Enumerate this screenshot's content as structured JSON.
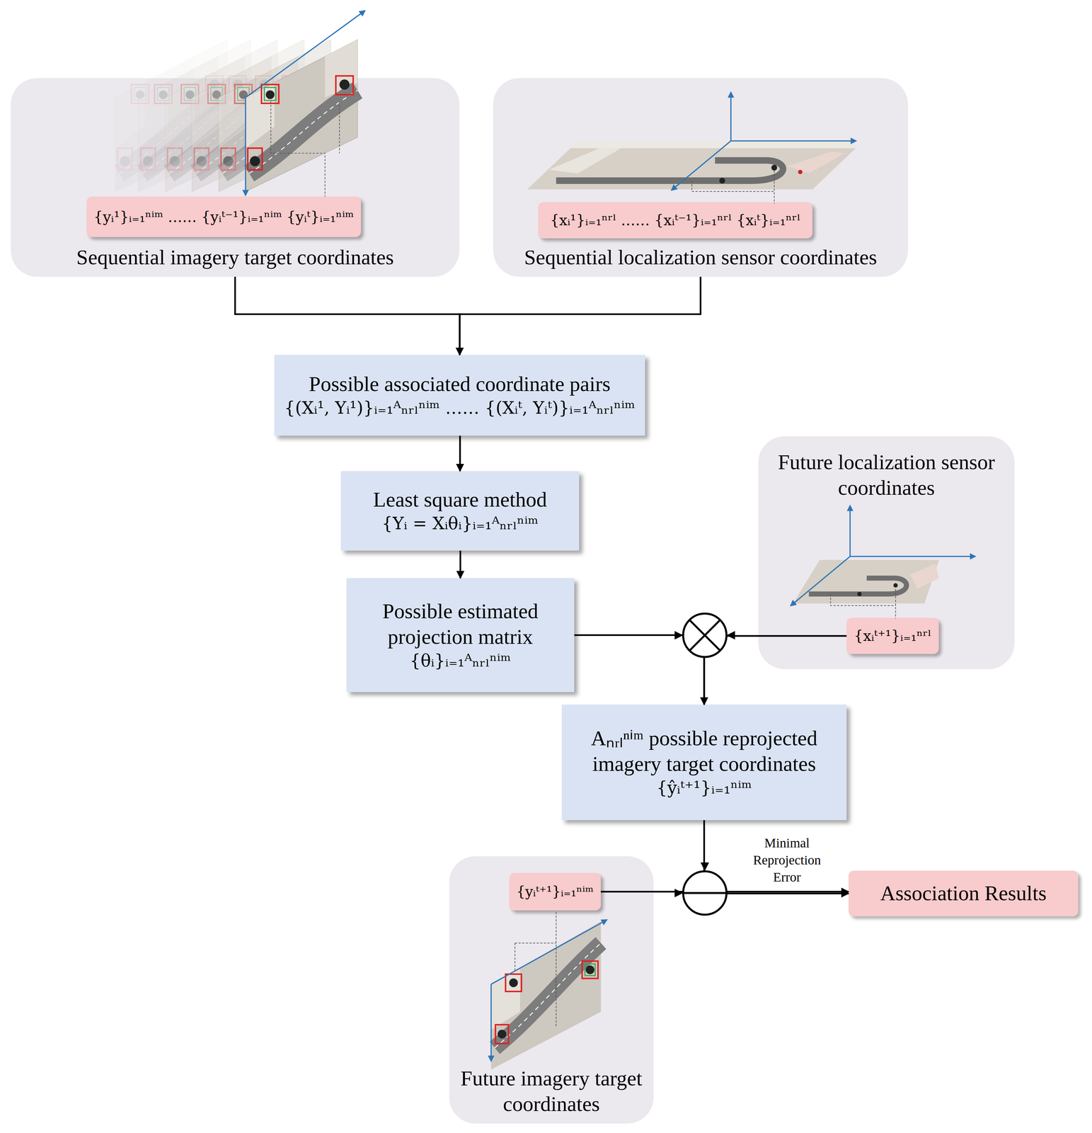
{
  "diagram": {
    "nodes": [
      {
        "text": [
          "Sequential imagery target coordinates"
        ]
      },
      {
        "text": [
          "{yᵢ¹}ᵢ₌₁ⁿⁱᵐ …… {yᵢᵗ⁻¹}ᵢ₌₁ⁿⁱᵐ {yᵢᵗ}ᵢ₌₁ⁿⁱᵐ"
        ],
        "in": 0
      },
      {
        "text": [
          "Sequential localization sensor coordinates"
        ]
      },
      {
        "text": [
          "{xᵢ¹}ᵢ₌₁ⁿʳˡ …… {xᵢᵗ⁻¹}ᵢ₌₁ⁿʳˡ {xᵢᵗ}ᵢ₌₁ⁿʳˡ"
        ],
        "in": 2
      },
      {
        "text": [
          "Possible associated coordinate pairs",
          "{(Xᵢ¹, Yᵢ¹)}ᵢ₌₁ᴬₙᵣₗⁿⁱᵐ …… {(Xᵢᵗ, Yᵢᵗ)}ᵢ₌₁ᴬₙᵣₗⁿⁱᵐ"
        ]
      },
      {
        "text": [
          "Least square method",
          "{Yᵢ = Xᵢθᵢ}ᵢ₌₁ᴬₙᵣₗⁿⁱᵐ"
        ]
      },
      {
        "text": [
          "Possible estimated projection matrix",
          "{θᵢ}ᵢ₌₁ᴬₙᵣₗⁿⁱᵐ"
        ]
      },
      {
        "text": [
          "Future localization sensor coordinates"
        ]
      },
      {
        "text": [
          "{xᵢᵗ⁺¹}ᵢ₌₁ⁿʳˡ"
        ],
        "in": 7
      },
      {
        "text": [
          "Aₙᵣₗⁿⁱᵐ possible reprojected imagery target coordinates",
          "{ŷᵢᵗ⁺¹}ᵢ₌₁ⁿⁱᵐ"
        ]
      },
      {
        "text": [
          "Future imagery target coordinates"
        ]
      },
      {
        "text": [
          "{yᵢᵗ⁺¹}ᵢ₌₁ⁿⁱᵐ"
        ],
        "in": 10
      },
      {
        "text": [
          "Association Results"
        ]
      }
    ],
    "edges": [
      {
        "from": 0,
        "to": 4,
        "arrow": "to"
      },
      {
        "from": 2,
        "to": 4,
        "arrow": "to"
      },
      {
        "from": 4,
        "to": 5,
        "arrow": "to"
      },
      {
        "from": 5,
        "to": 6,
        "arrow": "to"
      },
      {
        "from": 6,
        "to": 9,
        "arrow": "to"
      },
      {
        "from": 8,
        "to": 9,
        "arrow": "to"
      },
      {
        "from": 9,
        "to": 12,
        "arrow": "to"
      },
      {
        "from": 11,
        "to": 12,
        "label": "Minimal Reprojection Error",
        "arrow": "to"
      }
    ]
  }
}
